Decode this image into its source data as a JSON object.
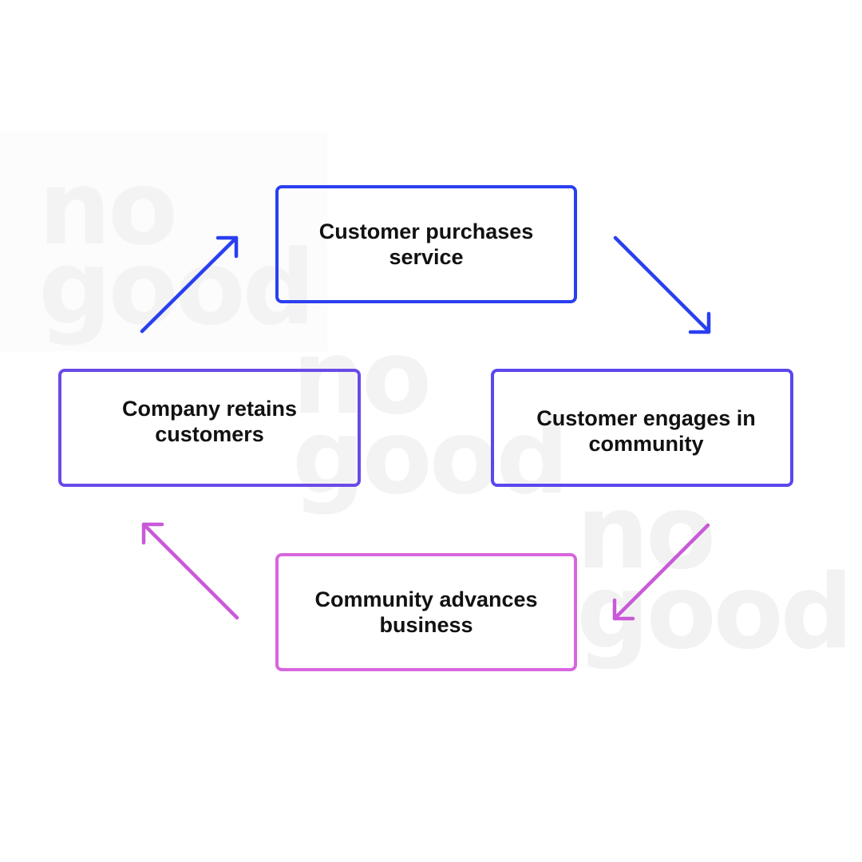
{
  "watermark": {
    "text": "no\ngood"
  },
  "colors": {
    "cycle_blue": "#2a3ff0",
    "cycle_indigo": "#5a47ef",
    "cycle_violet": "#6a4ae8",
    "cycle_pink": "#d965de",
    "arrow_magenta": "#c85ad8",
    "label_text": "#111111",
    "background": "#ffffff"
  },
  "cycle": {
    "steps": [
      {
        "id": "purchase",
        "label": "Customer purchases\nservice"
      },
      {
        "id": "engage",
        "label": "Customer engages in\ncommunity"
      },
      {
        "id": "advance",
        "label": "Community advances\nbusiness"
      },
      {
        "id": "retain",
        "label": "Company retains\ncustomers"
      }
    ],
    "arrows": [
      {
        "from": "purchase",
        "to": "engage",
        "icon": "arrow-down-right-icon"
      },
      {
        "from": "engage",
        "to": "advance",
        "icon": "arrow-down-left-icon"
      },
      {
        "from": "advance",
        "to": "retain",
        "icon": "arrow-up-left-icon"
      },
      {
        "from": "retain",
        "to": "purchase",
        "icon": "arrow-up-right-icon"
      }
    ]
  }
}
